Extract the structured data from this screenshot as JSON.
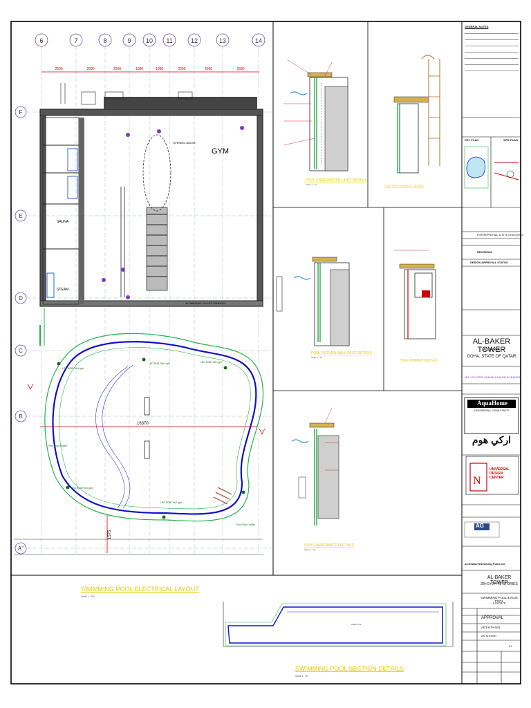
{
  "grid": {
    "columns": [
      "6",
      "7",
      "8",
      "9",
      "10",
      "11",
      "12",
      "13",
      "14"
    ],
    "rows": [
      "F",
      "E",
      "D",
      "C",
      "B",
      "A\""
    ],
    "dims": [
      "2500",
      "2500",
      "2500",
      "1000",
      "1000",
      "2500",
      "2500",
      "2500"
    ]
  },
  "plan": {
    "room_gym": "GYM",
    "room_sauna": "SAUNA",
    "room_steam": "STEAM",
    "opening_note": "OPENING ABOVE",
    "window_note": "ALUMINIUM / GLASS WINDOW",
    "pool_length": "16370",
    "pool_width_dim": "1575",
    "light_label": "LED RGB Flat Light",
    "ladder_label": "Pool Stair Ladder",
    "electrical_title": "SWIMMING POOL ELECTRICAL LAYOUT",
    "electrical_scale": "Scale 1 : 100"
  },
  "details": {
    "d1_title": "POOL UNDERWATER LIGHT DETAILS",
    "d2_title": "POOL RETURN INLET DETAILS",
    "d3_title": "POOL RETURN WALL INLET DETAILS",
    "d4_title": "POOL SKIMMER DETAILS",
    "d5_title": "POOL UNDERWATER DETAILS",
    "d1_scale": "Scale 1 : 10",
    "d3_scale": "Scale 1 : 10",
    "d5_scale": "Scale 1 : 10",
    "section_title": "SWIMMING POOL SECTION DETAILS",
    "section_scale": "Scale 1 : 50",
    "section_water": "Water Line"
  },
  "title_block": {
    "notes_title": "GENERAL NOTES",
    "key_plan": "KEY PLAN",
    "site_plan": "SITE PLAN",
    "rev_label_1": "REVISIONS",
    "rev_desc": "FOR APPROVAL & SITE CHECKING",
    "issued": "DESIGN APPROVAL STATUS",
    "project_name": "AL-BAKER TOWER",
    "project_loc_1": "AL DAFNA",
    "project_loc_2": "DOHA, STATE OF QATAR",
    "client": "MR. YOUSSEF AHMAD KHALED AL BAKER",
    "consultant_1": "AquaHome",
    "consultant_1_sub": "ENGINEERING CONSULTANTS",
    "consultant_arabic": "اركي هوم",
    "consultant_2": "UNIVERSAL DESIGN CENTER",
    "contractor": "AG",
    "subcontractor": "Al-Ghazal Swimming Pools Co.",
    "drawing_project": "AL-BAKER TOWER",
    "drawing_project_sub": "2B+G+9P+42 STORIES",
    "drawing_title_1": "SWIMMING POOL & KIDS POOL",
    "drawing_title_2": "LAYOUT",
    "status": "APPROVAL",
    "drawing_no": "ABT-HTA-002",
    "scale": "AS SHOWN",
    "sheet": "01"
  },
  "colors": {
    "pool_coping": "#22b14c",
    "pool_inner": "#1010c8",
    "dims": "#cc0000",
    "detail_green": "#0a9a2a",
    "title_yellow": "#e8c800"
  }
}
